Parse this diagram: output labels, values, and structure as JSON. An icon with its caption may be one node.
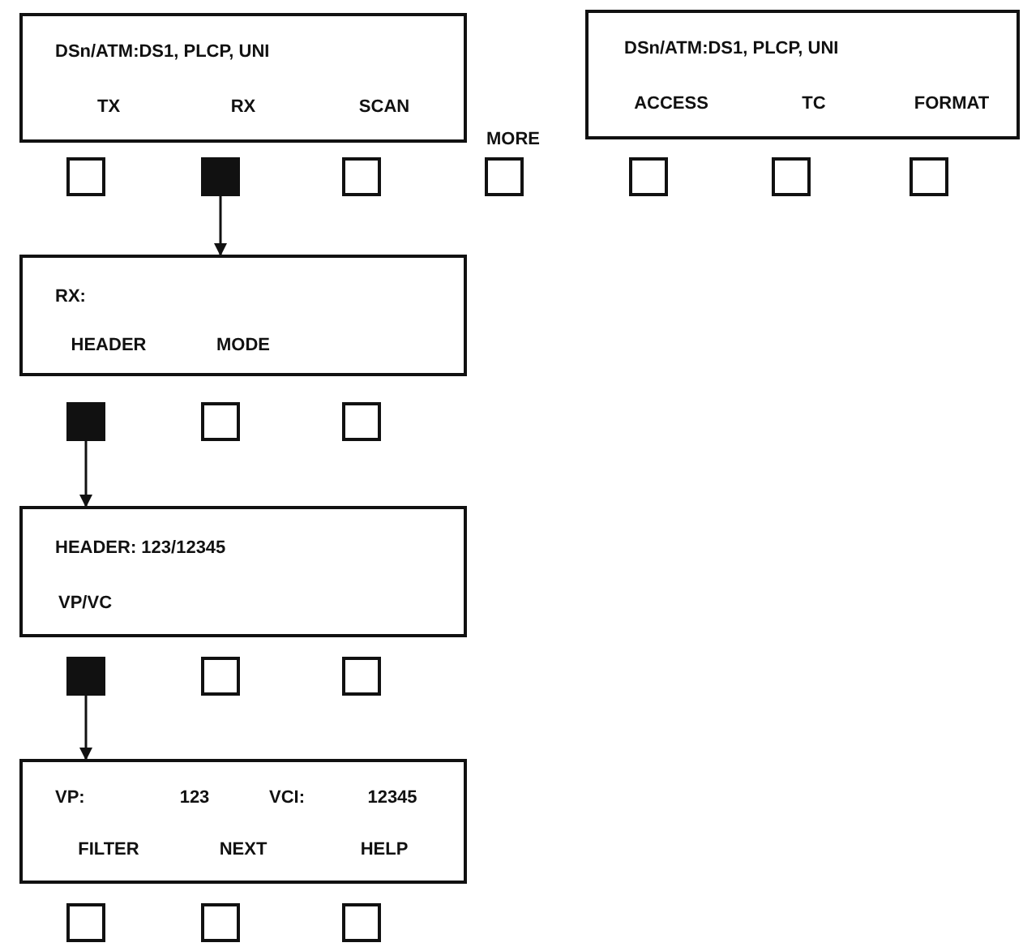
{
  "diagram": {
    "nodes": [
      {
        "text": [
          "DSn/ATM:DS1, PLCP,  UNI",
          "TX",
          "RX",
          "SCAN"
        ]
      },
      {
        "text": [
          "DSn/ATM:DS1, PLCP,  UNI",
          "ACCESS",
          "TC",
          "FORMAT"
        ]
      },
      {
        "text": [],
        "shape": "box"
      },
      {
        "text": [],
        "shape": "box"
      },
      {
        "text": [],
        "shape": "box"
      },
      {
        "text": [],
        "shape": "box"
      },
      {
        "text": [],
        "shape": "box"
      },
      {
        "text": [],
        "shape": "box"
      },
      {
        "text": [],
        "shape": "box"
      },
      {
        "text": [
          "RX:",
          "HEADER",
          "MODE"
        ]
      },
      {
        "text": [],
        "shape": "box"
      },
      {
        "text": [],
        "shape": "box"
      },
      {
        "text": [],
        "shape": "box"
      },
      {
        "text": [
          "HEADER:  123/12345",
          "VP/VC"
        ]
      },
      {
        "text": [],
        "shape": "box"
      },
      {
        "text": [],
        "shape": "box"
      },
      {
        "text": [],
        "shape": "box"
      },
      {
        "text": [
          "VP:",
          "123",
          "VCI:",
          "12345",
          "FILTER",
          "NEXT",
          "HELP"
        ]
      },
      {
        "text": [],
        "shape": "box"
      },
      {
        "text": [],
        "shape": "box"
      },
      {
        "text": [],
        "shape": "box"
      }
    ],
    "edges": [
      {
        "from": 3,
        "to": 9,
        "arrow": "to"
      },
      {
        "from": 10,
        "to": 13,
        "arrow": "to"
      },
      {
        "from": 14,
        "to": 17,
        "arrow": "to"
      }
    ],
    "labels": [
      "MORE"
    ]
  }
}
